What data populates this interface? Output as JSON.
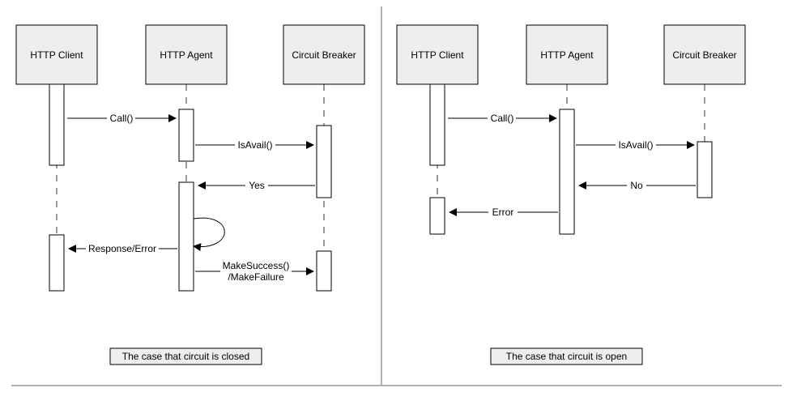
{
  "colors": {
    "stroke": "#000000",
    "box_fill": "#eeeeee",
    "lifeline": "#999999",
    "divider": "#999999",
    "background": "#ffffff"
  },
  "closed": {
    "participants": {
      "client": "HTTP Client",
      "agent": "HTTP Agent",
      "breaker": "Circuit Breaker"
    },
    "messages": {
      "call": "Call()",
      "isavail": "IsAvail()",
      "yes": "Yes",
      "response": "Response/Error",
      "make_success": "MakeSuccess()",
      "make_failure": "/MakeFailure"
    },
    "caption": "The case that circuit is closed"
  },
  "open": {
    "participants": {
      "client": "HTTP Client",
      "agent": "HTTP Agent",
      "breaker": "Circuit Breaker"
    },
    "messages": {
      "call": "Call()",
      "isavail": "IsAvail()",
      "no": "No",
      "error": "Error"
    },
    "caption": "The case that circuit is open"
  }
}
